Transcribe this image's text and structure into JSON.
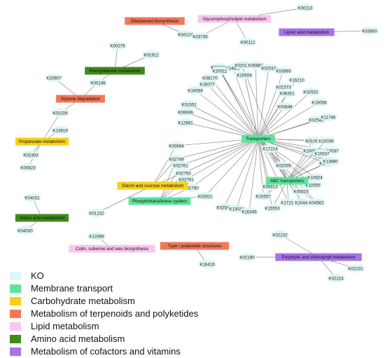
{
  "colors": {
    "ko": "#e0f6f6",
    "membrane": "#5ee49a",
    "carbohydrate": "#f7d117",
    "terpenoid": "#f2775a",
    "lipid": "#f8c6f0",
    "amino": "#3f8b1a",
    "cofactor": "#a872e8",
    "edge": "#8a8a8a"
  },
  "legend": [
    {
      "label": "KO",
      "color": "#e0f6f6"
    },
    {
      "label": "Membrane transport",
      "color": "#5ee49a"
    },
    {
      "label": "Carbohydrate metabolism",
      "color": "#f7d117"
    },
    {
      "label": "Metabolism of terpenoids and polyketides",
      "color": "#f2775a"
    },
    {
      "label": "Lipid metabolism",
      "color": "#f8c6f0"
    },
    {
      "label": "Amino acid metabolism",
      "color": "#3f8b1a"
    },
    {
      "label": "Metabolism of cofactors and vitamins",
      "color": "#a872e8"
    }
  ],
  "pathways": [
    {
      "id": "diterpenoid",
      "label": "Diterpenoid biosynthesis",
      "category": "terpenoid"
    },
    {
      "id": "glycerophospholipid",
      "label": "Glycerophospholipid metabolism",
      "category": "lipid"
    },
    {
      "id": "lipoic",
      "label": "Lipoic acid metabolism",
      "category": "cofactor"
    },
    {
      "id": "phenylalanine",
      "label": "Phenylalanine metabolism",
      "category": "amino"
    },
    {
      "id": "styrene",
      "label": "Styrene degradation",
      "category": "terpenoid"
    },
    {
      "id": "propanoate",
      "label": "Propanoate metabolism",
      "category": "carbohydrate"
    },
    {
      "id": "transporters",
      "label": "Transporters",
      "category": "membrane"
    },
    {
      "id": "abc",
      "label": "ABC transporters",
      "category": "membrane"
    },
    {
      "id": "starch",
      "label": "Starch and sucrose metabolism",
      "category": "carbohydrate"
    },
    {
      "id": "pts",
      "label": "Phosphotransferase system",
      "category": "membrane"
    },
    {
      "id": "aminoacid",
      "label": "Amino acid metabolism",
      "category": "amino"
    },
    {
      "id": "cutin",
      "label": "Cutin, suberine and wax biosynthesis",
      "category": "lipid"
    },
    {
      "id": "typeI",
      "label": "Type I polyketide structures",
      "category": "terpenoid"
    },
    {
      "id": "porphyrin",
      "label": "Porphyrin and chlorophyll metabolism",
      "category": "cofactor"
    }
  ],
  "kos": [
    "K04124",
    "K00113",
    "K03735",
    "K00112",
    "K03800",
    "K00276",
    "K01912",
    "K00146",
    "K20807",
    "K01026",
    "K13919",
    "K01903",
    "K00823",
    "K02025",
    "K14638",
    "K02026",
    "K05881",
    "K02510",
    "K20511",
    "K08170",
    "K20509",
    "K03893",
    "K16210",
    "K01573",
    "K16077",
    "K19059",
    "K02532",
    "K08351",
    "K19058",
    "K03646",
    "K01551",
    "K09936",
    "K02543",
    "K11746",
    "K12681",
    "K01056",
    "K10036",
    "K17214",
    "K10014",
    "K10037",
    "K10537",
    "K10538",
    "K13890",
    "K00694",
    "K02749",
    "K02761",
    "K02009",
    "K02750",
    "K02791",
    "K10824",
    "K02790",
    "K10555",
    "K02821",
    "K05813",
    "K05815",
    "K10557",
    "K02541",
    "K13021",
    "K16345",
    "K15553",
    "K17215",
    "K10442",
    "K04562",
    "K01232",
    "K04031",
    "K04030",
    "K13356",
    "K16416",
    "K02232",
    "K02190",
    "K02231",
    "K02224"
  ],
  "edges": [
    [
      "K04124",
      "diterpenoid"
    ],
    [
      "K00113",
      "glycerophospholipid"
    ],
    [
      "K03735",
      "glycerophospholipid"
    ],
    [
      "K00112",
      "glycerophospholipid"
    ],
    [
      "K03800",
      "lipoic"
    ],
    [
      "K00276",
      "phenylalanine"
    ],
    [
      "K01912",
      "phenylalanine"
    ],
    [
      "K00146",
      "phenylalanine"
    ],
    [
      "K00146",
      "styrene"
    ],
    [
      "K20807",
      "styrene"
    ],
    [
      "K01026",
      "styrene"
    ],
    [
      "K01026",
      "propanoate"
    ],
    [
      "K13919",
      "propanoate"
    ],
    [
      "K01903",
      "propanoate"
    ],
    [
      "K00823",
      "propanoate"
    ],
    [
      "K02025",
      "transporters"
    ],
    [
      "K14638",
      "transporters"
    ],
    [
      "K02026",
      "transporters"
    ],
    [
      "K05881",
      "transporters"
    ],
    [
      "K02510",
      "transporters"
    ],
    [
      "K20511",
      "transporters"
    ],
    [
      "K08170",
      "transporters"
    ],
    [
      "K20509",
      "transporters"
    ],
    [
      "K03893",
      "transporters"
    ],
    [
      "K16210",
      "transporters"
    ],
    [
      "K01573",
      "transporters"
    ],
    [
      "K16077",
      "transporters"
    ],
    [
      "K19059",
      "transporters"
    ],
    [
      "K02532",
      "transporters"
    ],
    [
      "K08351",
      "transporters"
    ],
    [
      "K19058",
      "transporters"
    ],
    [
      "K03646",
      "transporters"
    ],
    [
      "K01551",
      "transporters"
    ],
    [
      "K09936",
      "transporters"
    ],
    [
      "K02543",
      "transporters"
    ],
    [
      "K11746",
      "transporters"
    ],
    [
      "K12681",
      "transporters"
    ],
    [
      "K01056",
      "transporters"
    ],
    [
      "K10036",
      "transporters"
    ],
    [
      "K17214",
      "transporters"
    ],
    [
      "K10014",
      "transporters"
    ],
    [
      "K10037",
      "transporters"
    ],
    [
      "K10537",
      "transporters"
    ],
    [
      "K10538",
      "transporters"
    ],
    [
      "K13890",
      "transporters"
    ],
    [
      "K00694",
      "transporters"
    ],
    [
      "K02749",
      "transporters"
    ],
    [
      "K02761",
      "transporters"
    ],
    [
      "K02009",
      "transporters"
    ],
    [
      "K02750",
      "transporters"
    ],
    [
      "K02791",
      "transporters"
    ],
    [
      "K10824",
      "transporters"
    ],
    [
      "K02790",
      "transporters"
    ],
    [
      "K10555",
      "transporters"
    ],
    [
      "K02821",
      "transporters"
    ],
    [
      "K05813",
      "transporters"
    ],
    [
      "K05815",
      "transporters"
    ],
    [
      "K10557",
      "transporters"
    ],
    [
      "K02541",
      "transporters"
    ],
    [
      "K13021",
      "transporters"
    ],
    [
      "K16345",
      "transporters"
    ],
    [
      "K15553",
      "transporters"
    ],
    [
      "K17215",
      "transporters"
    ],
    [
      "K10442",
      "transporters"
    ],
    [
      "K04562",
      "transporters"
    ],
    [
      "K02025",
      "abc"
    ],
    [
      "K02026",
      "abc"
    ],
    [
      "K10036",
      "abc"
    ],
    [
      "K17214",
      "abc"
    ],
    [
      "K10014",
      "abc"
    ],
    [
      "K10037",
      "abc"
    ],
    [
      "K10537",
      "abc"
    ],
    [
      "K10538",
      "abc"
    ],
    [
      "K13890",
      "abc"
    ],
    [
      "K02009",
      "abc"
    ],
    [
      "K10824",
      "abc"
    ],
    [
      "K10555",
      "abc"
    ],
    [
      "K05813",
      "abc"
    ],
    [
      "K05815",
      "abc"
    ],
    [
      "K10557",
      "abc"
    ],
    [
      "K15553",
      "abc"
    ],
    [
      "K17215",
      "abc"
    ],
    [
      "K10442",
      "abc"
    ],
    [
      "K04562",
      "abc"
    ],
    [
      "K01056",
      "abc"
    ],
    [
      "K00694",
      "starch"
    ],
    [
      "K02749",
      "starch"
    ],
    [
      "K02750",
      "starch"
    ],
    [
      "K02790",
      "starch"
    ],
    [
      "K01232",
      "starch"
    ],
    [
      "K02749",
      "pts"
    ],
    [
      "K02761",
      "pts"
    ],
    [
      "K02750",
      "pts"
    ],
    [
      "K02791",
      "pts"
    ],
    [
      "K02790",
      "pts"
    ],
    [
      "K02821",
      "pts"
    ],
    [
      "K04031",
      "aminoacid"
    ],
    [
      "K04030",
      "aminoacid"
    ],
    [
      "K13356",
      "cutin"
    ],
    [
      "K16416",
      "typeI"
    ],
    [
      "K02232",
      "porphyrin"
    ],
    [
      "K02190",
      "porphyrin"
    ],
    [
      "K02231",
      "porphyrin"
    ],
    [
      "K02224",
      "porphyrin"
    ]
  ]
}
